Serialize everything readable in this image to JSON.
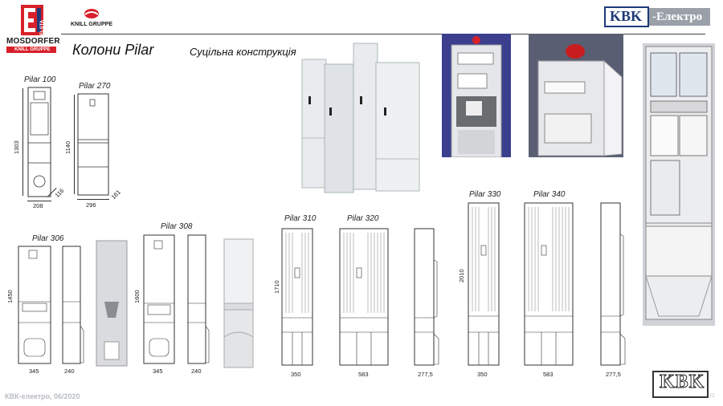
{
  "header": {
    "brand_left": "MOSDORFER",
    "brand_left_sub": "KNILL GRUPPE",
    "brand_vertical": "ELSTA",
    "brand_second": "KNILL GRUPPE",
    "brand_right_logo": "KBK",
    "brand_right_text": "-Електро"
  },
  "title": "Колони Pilar",
  "subtitle": "Суцільна конструкція",
  "products": {
    "p100": {
      "name": "Pilar 100",
      "height": "1303",
      "width": "208",
      "depth": "116"
    },
    "p270": {
      "name": "Pilar 270",
      "height": "1140",
      "width": "296",
      "depth": "161"
    },
    "p306": {
      "name": "Pilar 306",
      "height": "1450",
      "width": "345",
      "depth": "240"
    },
    "p308": {
      "name": "Pilar 308",
      "height": "1600",
      "width": "345",
      "depth": "240"
    },
    "p310": {
      "name": "Pilar 310",
      "height": "1710",
      "width": "350"
    },
    "p320": {
      "name": "Pilar 320",
      "width": "583",
      "depth": "277,5"
    },
    "p330": {
      "name": "Pilar 330",
      "height": "2010",
      "width": "350"
    },
    "p340": {
      "name": "Pilar 340",
      "width": "583",
      "depth": "277,5"
    }
  },
  "footer": {
    "left_text": "КВК-електро, 06/2020",
    "logo": "KBK",
    "page_number": "33"
  },
  "colors": {
    "brand_red": "#d8202a",
    "brand_navy": "#1f3a78",
    "line_gray": "#555555"
  }
}
